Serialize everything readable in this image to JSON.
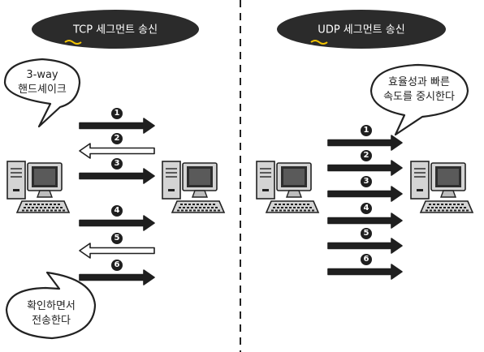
{
  "tcp": {
    "title": "TCP 세그먼트 송신",
    "handshake_bubble": {
      "line1": "3-way",
      "line2": "핸드셰이크"
    },
    "confirm_bubble": {
      "line1": "확인하면서",
      "line2": "전송한다"
    },
    "steps": [
      {
        "label": "1",
        "direction": "right",
        "style": "solid"
      },
      {
        "label": "2",
        "direction": "left",
        "style": "hollow"
      },
      {
        "label": "3",
        "direction": "right",
        "style": "solid"
      },
      {
        "label": "4",
        "direction": "right",
        "style": "solid"
      },
      {
        "label": "5",
        "direction": "left",
        "style": "hollow"
      },
      {
        "label": "6",
        "direction": "right",
        "style": "solid"
      }
    ]
  },
  "udp": {
    "title": "UDP 세그먼트 송신",
    "efficiency_bubble": {
      "line1": "효율성과 빠른",
      "line2": "속도를 중시한다"
    },
    "steps": [
      {
        "label": "1",
        "direction": "right",
        "style": "solid"
      },
      {
        "label": "2",
        "direction": "right",
        "style": "solid"
      },
      {
        "label": "3",
        "direction": "right",
        "style": "solid"
      },
      {
        "label": "4",
        "direction": "right",
        "style": "solid"
      },
      {
        "label": "5",
        "direction": "right",
        "style": "solid"
      },
      {
        "label": "6",
        "direction": "right",
        "style": "solid"
      }
    ]
  },
  "colors": {
    "pill": "#2b2b2b",
    "pill_text": "#ffffff",
    "underline": "#f2c300",
    "arrow": "#1f1f1f",
    "computer_light": "#d4d4d4",
    "computer_dark": "#2e2e2e"
  }
}
